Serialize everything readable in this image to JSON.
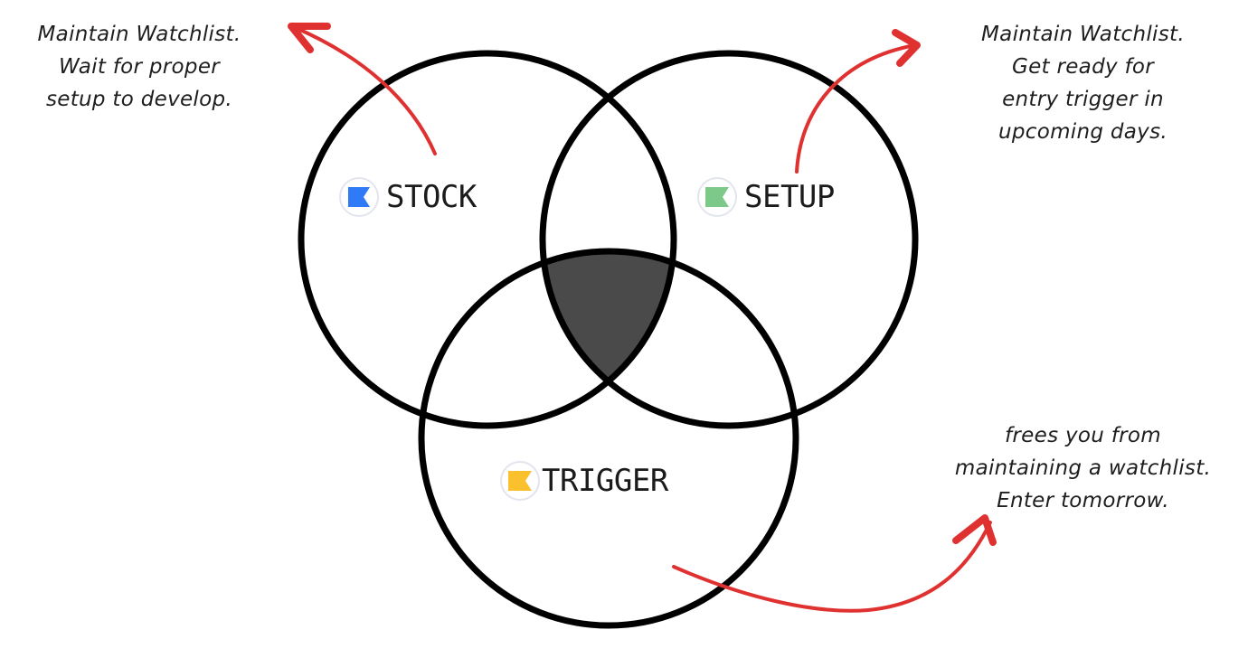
{
  "diagram": {
    "type": "venn",
    "sets": [
      {
        "id": "stock",
        "label": "STOCK",
        "flag_color": "#2f7af7"
      },
      {
        "id": "setup",
        "label": "SETUP",
        "flag_color": "#7cc98a"
      },
      {
        "id": "trigger",
        "label": "TRIGGER",
        "flag_color": "#fbc02d"
      }
    ],
    "highlighted_region": [
      "stock",
      "setup",
      "trigger"
    ],
    "highlight_color": "#4a4a4a",
    "outline_color": "#000000",
    "arrow_color": "#e03131"
  },
  "notes": {
    "stock": [
      "Maintain Watchlist.",
      "Wait for proper",
      "setup to develop."
    ],
    "setup": [
      "Maintain Watchlist.",
      "Get ready for",
      "entry trigger in",
      "upcoming days."
    ],
    "trigger": [
      "frees you from",
      "maintaining a watchlist.",
      "Enter tomorrow."
    ]
  }
}
